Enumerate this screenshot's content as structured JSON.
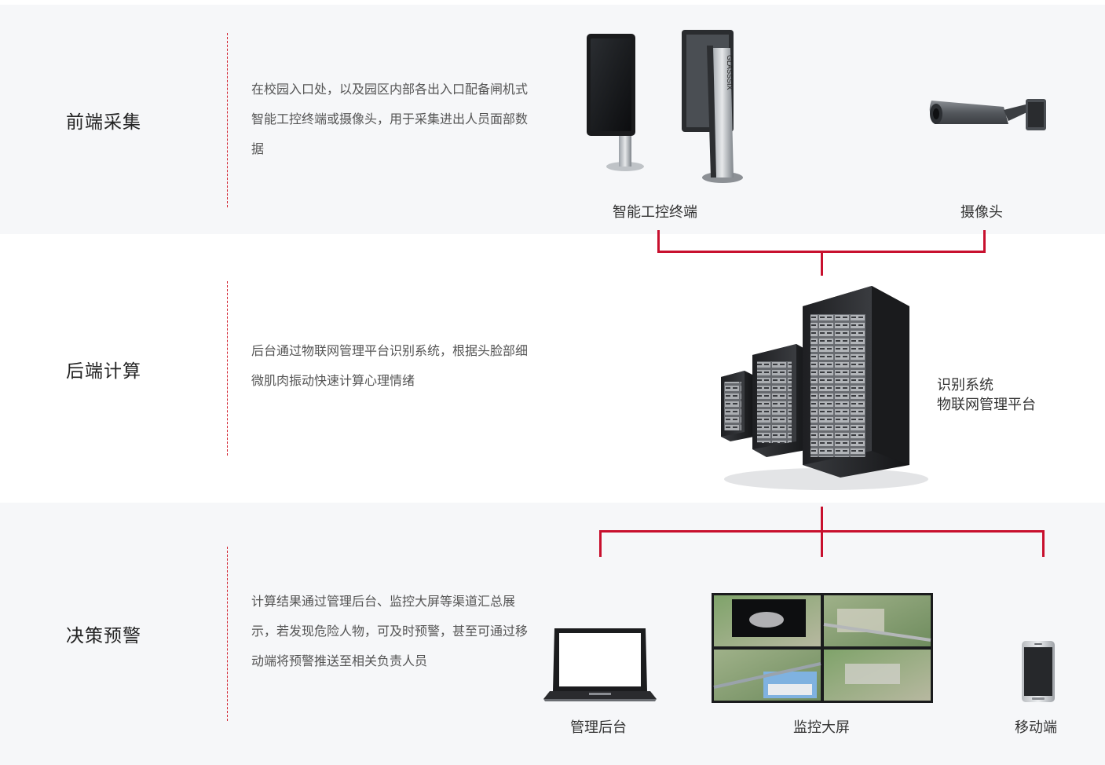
{
  "sections": [
    {
      "title": "前端采集",
      "description": "在校园入口处，以及园区内部各出入口配备闸机式智能工控终端或摄像头，用于采集进出人员面部数据"
    },
    {
      "title": "后端计算",
      "description": "后台通过物联网管理平台识别系统，根据头脸部细微肌肉振动快速计算心理情绪"
    },
    {
      "title": "决策预警",
      "description": "计算结果通过管理后台、监控大屏等渠道汇总展示，若发现危险人物，可及时预警，甚至可通过移动端将预警推送至相关负责人员"
    }
  ],
  "devices": {
    "terminal": {
      "label": "智能工控终端",
      "brand": "GLASSSIX"
    },
    "camera": {
      "label": "摄像头"
    },
    "server": {
      "label_line1": "识别系统",
      "label_line2": "物联网管理平台"
    },
    "admin": {
      "label": "管理后台"
    },
    "screen": {
      "label": "监控大屏"
    },
    "mobile": {
      "label": "移动端"
    }
  },
  "colors": {
    "accent": "#c8102e",
    "band_background": "#f6f7f9"
  }
}
